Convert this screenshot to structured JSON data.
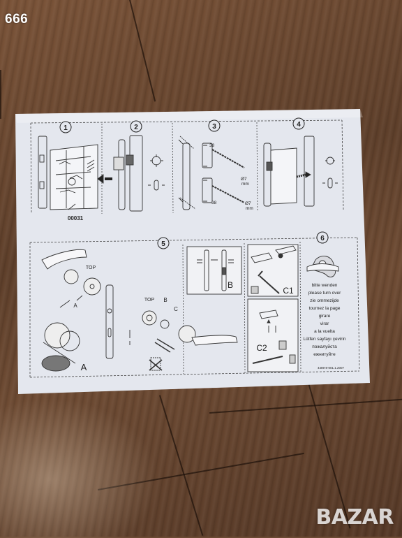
{
  "overlay": {
    "corner_label": "666",
    "watermark": "BAZAR"
  },
  "sheet": {
    "steps": [
      "1",
      "2",
      "3",
      "4",
      "5",
      "6"
    ],
    "part_code": "00031",
    "dims": {
      "top_38": "38",
      "bottom_38": "38",
      "d7_top": "Ø7",
      "d7_bottom": "Ø7",
      "mm": "mm"
    },
    "labels": {
      "top_1": "TOP",
      "top_2": "TOP",
      "a_small": "A",
      "a_big": "A",
      "b_small": "B",
      "c_small": "C",
      "b_box": "B",
      "c1": "C1",
      "c2": "C2"
    },
    "turn_over": [
      "bitte wenden",
      "please turn over",
      "zie ommezijde",
      "tournez la page",
      "girare",
      "virar",
      "a la vuelta",
      "Lütfen sayfayı çevirin",
      "пожалуйста",
      "ежнитуйте"
    ],
    "doc_code": "4489-8-001.1.2007"
  },
  "colors": {
    "paper": "#e4e7ee",
    "ink": "#333333",
    "floor": "#6b4a33"
  }
}
